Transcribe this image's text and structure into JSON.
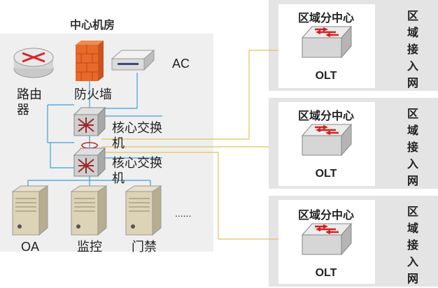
{
  "core_room": {
    "title": "中心机房",
    "router_label": "路由器",
    "firewall_label": "防火墙",
    "ac_label": "AC",
    "core_switch_1_label": "核心交换机",
    "core_switch_2_label": "核心交换机",
    "server_oa_label": "OA",
    "server_monitor_label": "监控",
    "server_door_label": "门禁",
    "ellipsis": "......"
  },
  "regions": [
    {
      "title": "区域分中心",
      "device": "OLT",
      "side_label": "区域接入网"
    },
    {
      "title": "区域分中心",
      "device": "OLT",
      "side_label": "区域接入网"
    },
    {
      "title": "区域分中心",
      "device": "OLT",
      "side_label": "区域接入网"
    }
  ],
  "colors": {
    "link_blue": "#3aa0d8",
    "link_yellow": "#e0c25a",
    "lag_red": "#d42020",
    "firewall_orange": "#e8692a",
    "router_red": "#d8252a",
    "panel_gray": "#efefef"
  }
}
